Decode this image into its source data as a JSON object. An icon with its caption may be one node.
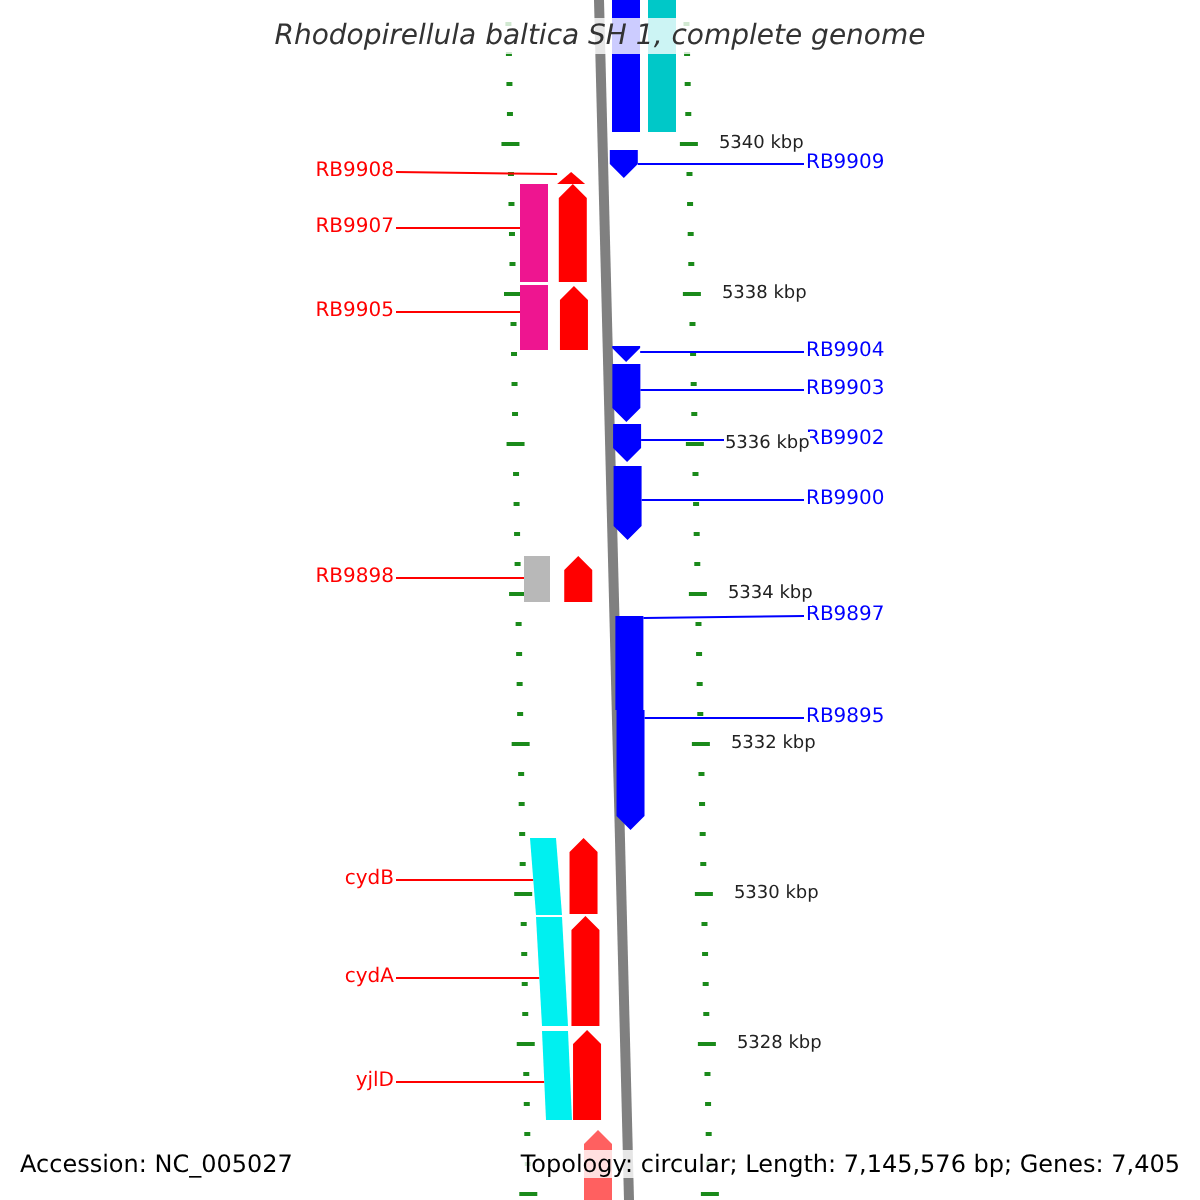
{
  "diagram": {
    "title": "Rhodopirellula baltica SH 1, complete genome",
    "nodes": [
      {
        "text": [
          "RB9909"
        ]
      },
      {
        "text": [
          "RB9908"
        ]
      },
      {
        "text": [
          "RB9907"
        ]
      },
      {
        "text": [
          "RB9905"
        ]
      },
      {
        "text": [
          "RB9904"
        ]
      },
      {
        "text": [
          "RB9903"
        ]
      },
      {
        "text": [
          "RB9902"
        ]
      },
      {
        "text": [
          "RB9900"
        ]
      },
      {
        "text": [
          "RB9898"
        ]
      },
      {
        "text": [
          "RB9897"
        ]
      },
      {
        "text": [
          "RB9895"
        ]
      },
      {
        "text": [
          "cydB"
        ]
      },
      {
        "text": [
          "cydA"
        ]
      },
      {
        "text": [
          "yjlD"
        ]
      },
      {
        "text": [],
        "shape": "arrow"
      },
      {
        "text": [],
        "shape": "arrow"
      },
      {
        "text": [],
        "shape": "bar"
      },
      {
        "text": [],
        "shape": "bar"
      },
      {
        "text": [],
        "shape": "arrow"
      },
      {
        "text": [],
        "shape": "arrow"
      },
      {
        "text": [],
        "shape": "arrow"
      },
      {
        "text": [],
        "shape": "arrow"
      },
      {
        "text": [],
        "shape": "bar"
      },
      {
        "text": [],
        "shape": "bar"
      },
      {
        "text": [],
        "shape": "arrow"
      },
      {
        "text": [],
        "shape": "bar"
      },
      {
        "text": [],
        "shape": "bar"
      },
      {
        "text": [],
        "shape": "bar"
      }
    ],
    "edges": [
      {
        "from": 0,
        "to": 14,
        "arrow": "none"
      },
      {
        "from": 1,
        "to": 15,
        "arrow": "none",
        "color": "#ff0000"
      },
      {
        "from": 2,
        "to": 16,
        "arrow": "none",
        "color": "#ff0000"
      },
      {
        "from": 3,
        "to": 17,
        "arrow": "none",
        "color": "#ff0000"
      },
      {
        "from": 4,
        "to": 18,
        "arrow": "none"
      },
      {
        "from": 5,
        "to": 19,
        "arrow": "none"
      },
      {
        "from": 6,
        "to": 20,
        "arrow": "none"
      },
      {
        "from": 7,
        "to": 21,
        "arrow": "none"
      },
      {
        "from": 8,
        "to": 22,
        "arrow": "none",
        "color": "#ff0000"
      },
      {
        "from": 9,
        "to": 23,
        "arrow": "none"
      },
      {
        "from": 10,
        "to": 24,
        "arrow": "none"
      },
      {
        "from": 11,
        "to": 25,
        "arrow": "none",
        "color": "#ff0000"
      },
      {
        "from": 12,
        "to": 26,
        "arrow": "none",
        "color": "#ff0000"
      },
      {
        "from": 13,
        "to": 27,
        "arrow": "none",
        "color": "#ff0000"
      }
    ],
    "labels": [
      "5340 kbp",
      "5338 kbp",
      "5336 kbp",
      "5334 kbp",
      "5332 kbp",
      "5330 kbp",
      "5328 kbp",
      "Accession: NC_005027",
      "Topology: circular; Length: 7,145,576 bp; Genes: 7,405"
    ]
  }
}
